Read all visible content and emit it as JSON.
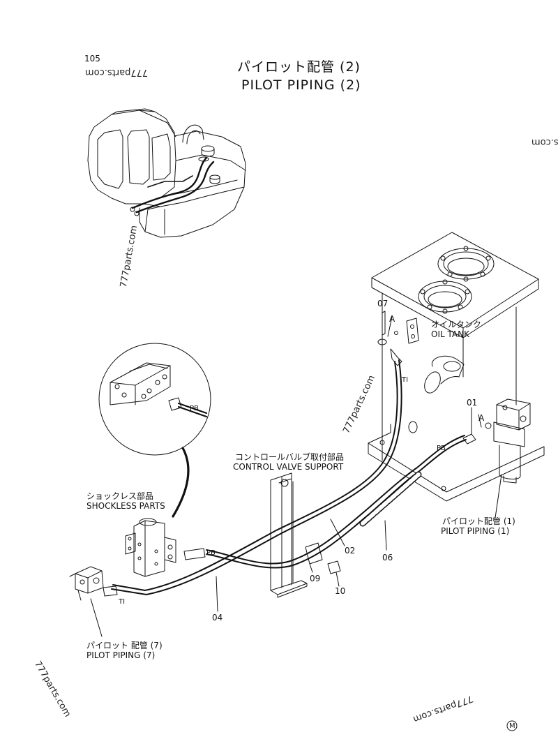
{
  "page_number": "105",
  "title": {
    "jp": "パイロット配管 (2)",
    "en": "PILOT PIPING (2)"
  },
  "labels": {
    "oil_tank_jp": "オイルタンク",
    "oil_tank_en": "OIL TANK",
    "control_valve_support_jp": "コントロールバルブ取付部品",
    "control_valve_support_en": "CONTROL VALVE SUPPORT",
    "shockless_parts_jp": "ショックレス部品",
    "shockless_parts_en": "SHOCKLESS PARTS",
    "pilot_piping_1_jp": "パイロット配管 (1)",
    "pilot_piping_1_en": "PILOT PIPING (1)",
    "pilot_piping_7_jp": "パイロット 配管 (7)",
    "pilot_piping_7_en": "PILOT PIPING (7)"
  },
  "part_numbers": {
    "p01": "01",
    "p02": "02",
    "p04": "04",
    "p06": "06",
    "p07": "07",
    "p09": "09",
    "p10": "10"
  },
  "port_labels": {
    "a_top": "A",
    "a_right": "A",
    "ti_top": "TI",
    "ti_bottom": "TI",
    "pb_detail": "PB",
    "pb_right": "PB",
    "pb_center": "PB"
  },
  "watermarks": {
    "w1": "777parts.com",
    "w2": "777parts.com",
    "w3": "s.com",
    "w4": "777parts.com",
    "w5": "777parts.com",
    "w6": "777parts.com"
  },
  "mark_symbol": "M",
  "colors": {
    "line": "#111111",
    "paper": "#ffffff"
  }
}
